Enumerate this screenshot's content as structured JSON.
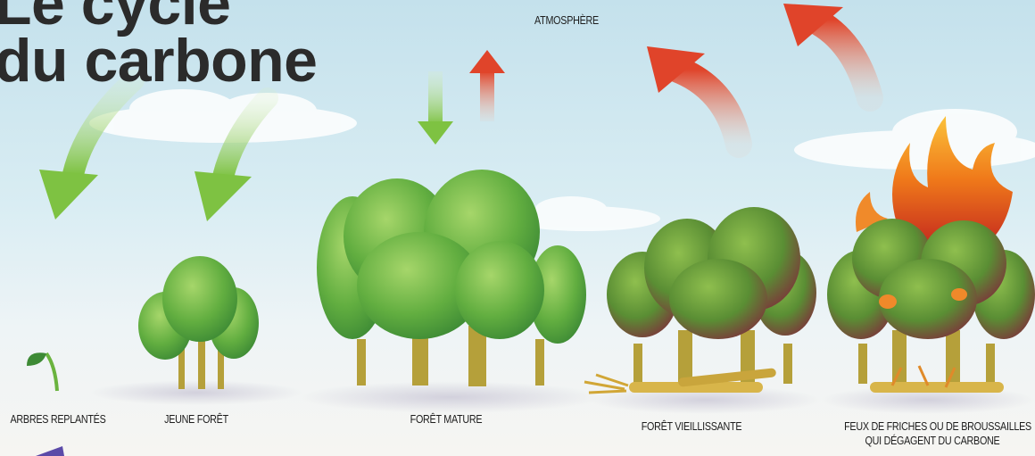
{
  "title": {
    "line1": "Le cycle",
    "line2": "du carbone"
  },
  "atmosphere_label": "ATMOSPHÈRE",
  "stages": [
    {
      "label": "ARBRES REPLANTÉS"
    },
    {
      "label": "JEUNE FORÊT"
    },
    {
      "label": "FORÊT MATURE"
    },
    {
      "label": "FORÊT VIEILLISSANTE"
    },
    {
      "label": "FEUX DE FRICHES OU DE BROUSSAILLES",
      "label2": "QUI DÉGAGENT DU CARBONE"
    }
  ],
  "colors": {
    "absorption_arrow": "#7ec242",
    "emission_arrow": "#e0442a",
    "recycle_arrow": "#5b4aa8",
    "foliage": "#5fae3e",
    "trunk": "#b5a03a",
    "fire": "#f07a1a"
  }
}
